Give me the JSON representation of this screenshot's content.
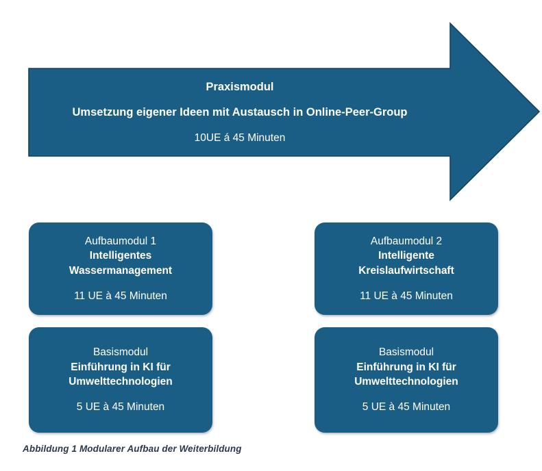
{
  "figure": {
    "caption": "Abbildung 1 Modularer Aufbau der Weiterbildung",
    "colors": {
      "shape_fill": "#1b5e85",
      "shape_outline": "#16415c",
      "shape_text": "#ffffff",
      "caption_text": "#2b3a4a",
      "background": "#ffffff"
    }
  },
  "arrow": {
    "icon": "right-arrow-shape",
    "title": "Praxismodul",
    "subtitle": "Umsetzung eigener Ideen mit Austausch in Online-Peer-Group",
    "hours": "10UE á 45 Minuten"
  },
  "modules": [
    {
      "id": "aufbaumodul-1",
      "kicker": "Aufbaumodul 1",
      "title_line_1": "Intelligentes",
      "title_line_2": "Wassermanagement",
      "hours": "11 UE à 45 Minuten"
    },
    {
      "id": "aufbaumodul-2",
      "kicker": "Aufbaumodul 2",
      "title_line_1": "Intelligente",
      "title_line_2": "Kreislaufwirtschaft",
      "hours": "11 UE à 45 Minuten"
    },
    {
      "id": "basismodul-links",
      "kicker": "Basismodul",
      "title_line_1": "Einführung in KI für",
      "title_line_2": "Umwelttechnologien",
      "hours": "5 UE à 45 Minuten"
    },
    {
      "id": "basismodul-rechts",
      "kicker": "Basismodul",
      "title_line_1": "Einführung in KI für",
      "title_line_2": "Umwelttechnologien",
      "hours": "5 UE à 45 Minuten"
    }
  ]
}
